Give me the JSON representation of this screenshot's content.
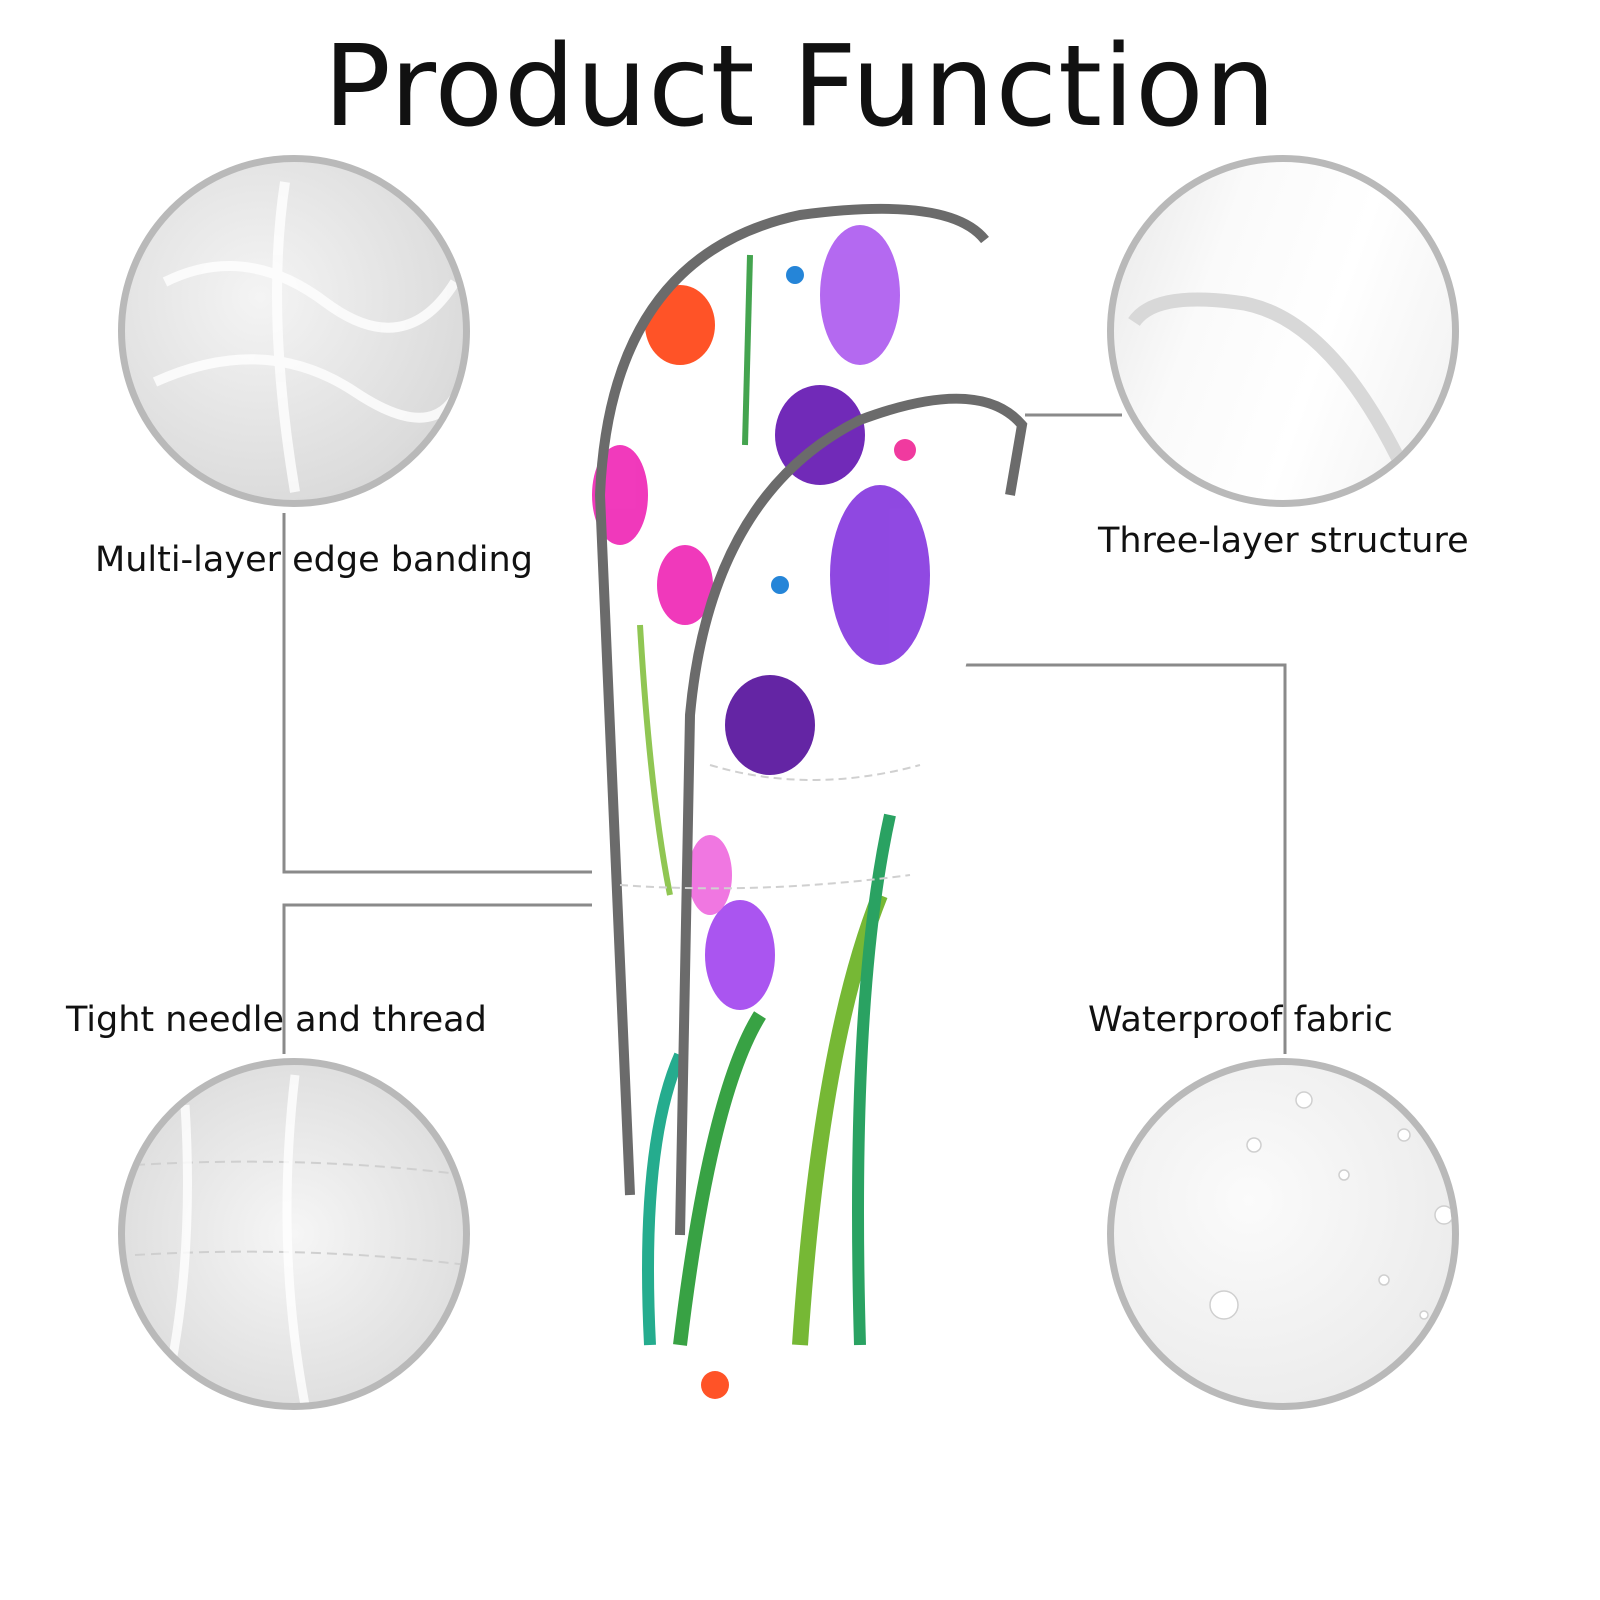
{
  "title": "Product Function",
  "features": [
    {
      "label": "Multi-layer edge banding"
    },
    {
      "label": "Three-layer structure"
    },
    {
      "label": "Tight needle and thread"
    },
    {
      "label": "Waterproof fabric"
    }
  ],
  "colors": {
    "circle_border": "#b9b9b9",
    "connector": "#8a8a8a",
    "piping": "#6b6b6b"
  }
}
